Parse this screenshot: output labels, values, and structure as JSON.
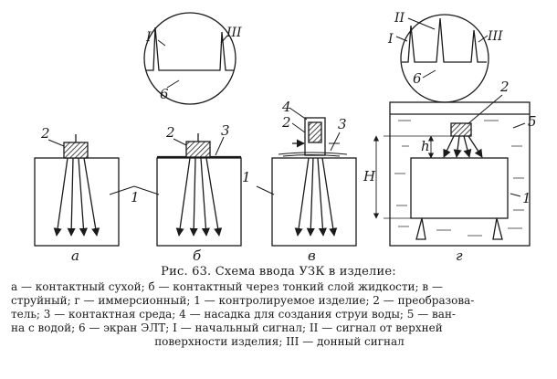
{
  "figure": {
    "labels": {
      "a": "а",
      "b": "б",
      "v": "в",
      "g": "г",
      "num1": "1",
      "num2": "2",
      "num3": "3",
      "num4": "4",
      "num5": "5",
      "num6": "6",
      "H": "H",
      "h": "h",
      "roman1": "I",
      "roman2": "II",
      "roman3": "III"
    }
  },
  "caption": {
    "title": "Рис. 63. Схема ввода УЗК в изделие:",
    "lines": [
      "а — контактный сухой;  б — контактный через тонкий слой жидкости;  в —",
      "струйный;  г — иммерсионный;  1 — контролируемое  изделие;  2 — преобразова-",
      "тель;  3 — контактная среда;  4 — насадка для создания струи воды;  5 — ван-",
      "на  с  водой;  6 — экран  ЭЛТ;  I — начальный  сигнал;   II — сигнал  от  верхней",
      "поверхности изделия;  III — донный сигнал"
    ]
  }
}
